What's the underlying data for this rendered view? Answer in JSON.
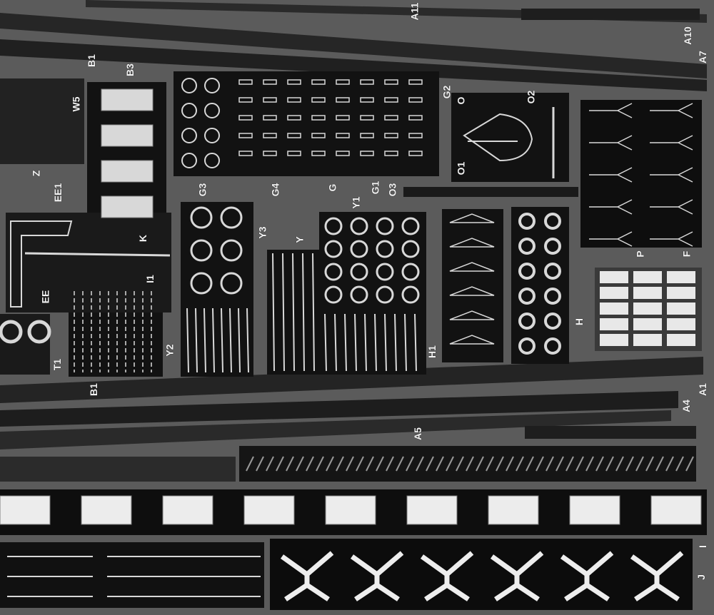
{
  "labels": {
    "a11": "A11",
    "a10": "A10",
    "a7": "A7",
    "b1_top": "B1",
    "b3": "B3",
    "w5": "W5",
    "z": "Z",
    "ee1": "EE1",
    "k": "K",
    "g3": "G3",
    "g4": "G4",
    "g": "G",
    "g1": "G1",
    "o3": "O3",
    "o1": "O1",
    "o": "O",
    "o2": "O2",
    "g2": "G2",
    "y3": "Y3",
    "y": "Y",
    "y1": "Y1",
    "i1": "I1",
    "ee": "EE",
    "t1": "T1",
    "y2": "Y2",
    "b1_bottom": "B1",
    "h1": "H1",
    "h": "H",
    "p": "P",
    "f": "F",
    "a1": "A1",
    "a4": "A4",
    "a5": "A5",
    "i": "I",
    "j": "J"
  },
  "colors": {
    "background": "#5b5b5b",
    "panel": "#121212",
    "part": "#d8d8d8",
    "strip": "#2a2a2a"
  }
}
